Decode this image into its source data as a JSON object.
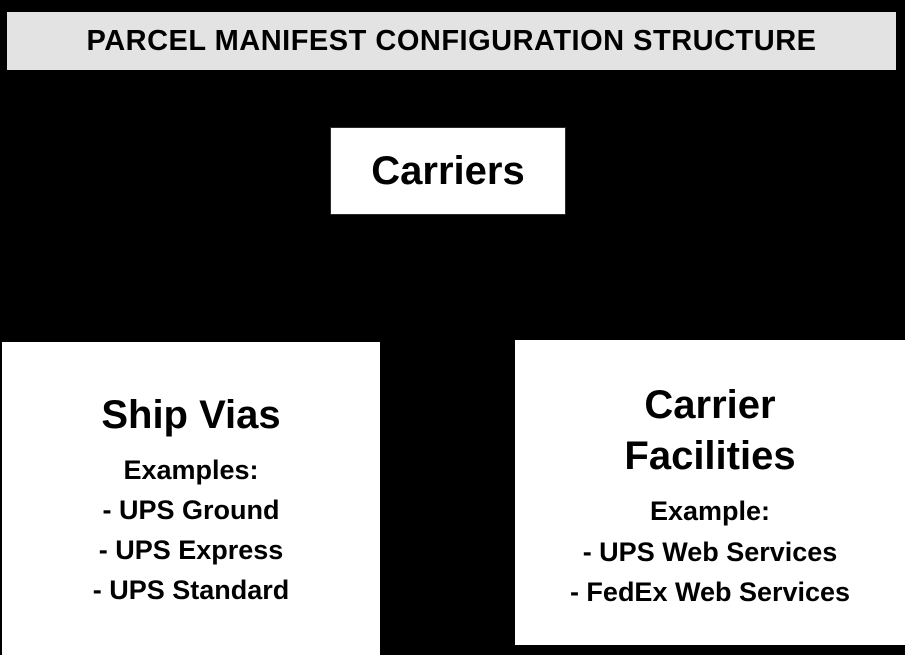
{
  "banner": {
    "title": "PARCEL MANIFEST CONFIGURATION STRUCTURE"
  },
  "diagram": {
    "carriers": {
      "label": "Carriers"
    },
    "ship_vias": {
      "title": "Ship Vias",
      "subtitle": "Examples:",
      "items": [
        "- UPS Ground",
        "- UPS Express",
        "- UPS Standard"
      ]
    },
    "carrier_facilities": {
      "title_line1": "Carrier",
      "title_line2": "Facilities",
      "subtitle": "Example:",
      "items": [
        "- UPS Web Services",
        "- FedEx Web Services"
      ]
    }
  },
  "colors": {
    "background": "#000000",
    "banner_fill": "#e3e3e3",
    "node_fill": "#ffffff",
    "text": "#000000"
  }
}
